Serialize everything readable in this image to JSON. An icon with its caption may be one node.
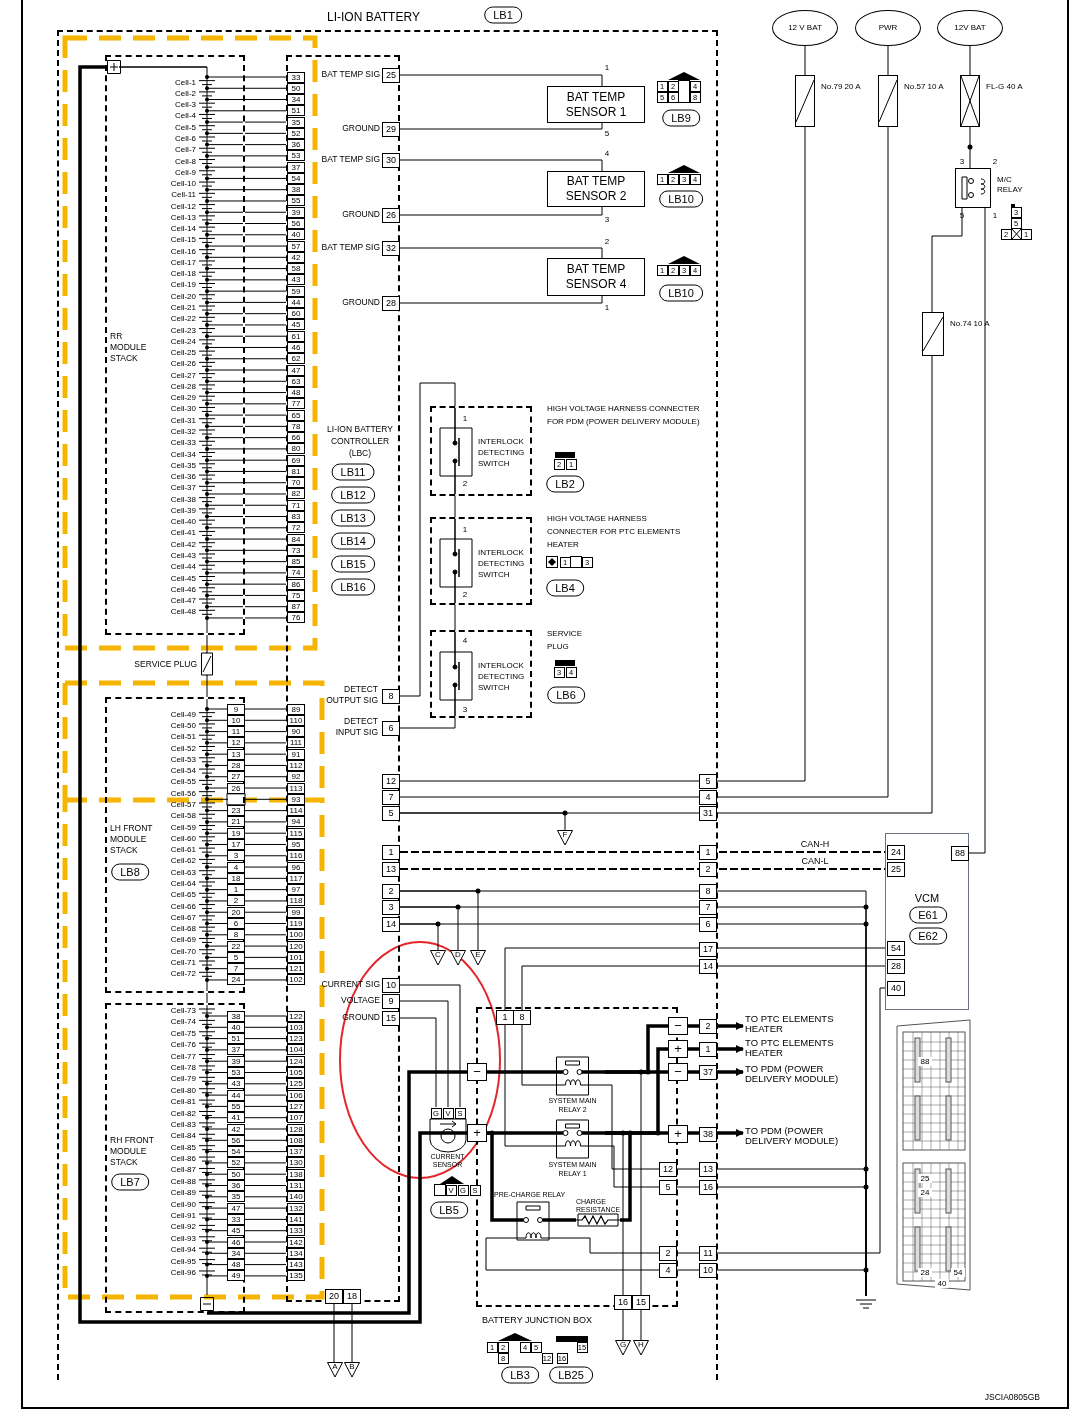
{
  "diagram": {
    "nodes": [
      {
        "text": [
          "LI-ION BATTERY"
        ]
      },
      {
        "text": [
          "RR MODULE STACK"
        ],
        "in": 0
      },
      {
        "text": [
          "SERVICE PLUG"
        ],
        "in": 0
      },
      {
        "text": [
          "LH FRONT MODULE STACK"
        ],
        "in": 0
      },
      {
        "text": [
          "RH FRONT MODULE STACK"
        ],
        "in": 0
      },
      {
        "text": [
          "LI-ION BATTERY CONTROLLER (LBC)"
        ],
        "in": 0
      },
      {
        "text": [
          "BAT TEMP SENSOR 1"
        ],
        "in": 0
      },
      {
        "text": [
          "BAT TEMP SENSOR 2"
        ],
        "in": 0
      },
      {
        "text": [
          "BAT TEMP SENSOR 4"
        ],
        "in": 0
      },
      {
        "text": [
          "INTERLOCK DETECTING SWITCH"
        ],
        "in": 0
      },
      {
        "text": [
          "INTERLOCK DETECTING SWITCH"
        ],
        "in": 0
      },
      {
        "text": [
          "INTERLOCK DETECTING SWITCH"
        ],
        "in": 0
      },
      {
        "text": [
          "CURRENT SENSOR"
        ],
        "in": 0
      },
      {
        "text": [
          "BATTERY JUNCTION BOX"
        ],
        "in": 0
      },
      {
        "text": [
          "SYSTEM MAIN RELAY 2"
        ],
        "in": 13
      },
      {
        "text": [
          "SYSTEM MAIN RELAY 1"
        ],
        "in": 13
      },
      {
        "text": [
          "PRE-CHARGE RELAY"
        ],
        "in": 13
      },
      {
        "text": [
          "CHARGE RESISTANCE"
        ],
        "in": 13
      },
      {
        "text": [
          "12 V BAT"
        ]
      },
      {
        "text": [
          "PWR"
        ]
      },
      {
        "text": [
          "12V BAT"
        ]
      },
      {
        "text": [],
        "shape": "fuse",
        "beside": [
          "No.79 20 A"
        ]
      },
      {
        "text": [],
        "shape": "fuse",
        "beside": [
          "No.57 10 A"
        ]
      },
      {
        "text": [],
        "shape": "fuse",
        "beside": [
          "FL-G 40 A"
        ]
      },
      {
        "text": [],
        "shape": "relay",
        "beside": [
          "M/C RELAY"
        ]
      },
      {
        "text": [],
        "shape": "fuse",
        "beside": [
          "No.74 10 A"
        ]
      },
      {
        "text": [
          "VCM"
        ]
      },
      {
        "text": [
          "TO PTC ELEMENTS HEATER"
        ]
      },
      {
        "text": [
          "TO PTC ELEMENTS HEATER"
        ]
      },
      {
        "text": [
          "TO PDM (POWER DELIVERY MODULE)"
        ]
      },
      {
        "text": [
          "TO PDM (POWER DELIVERY MODULE)"
        ]
      },
      {
        "text": [
          "A"
        ],
        "in": 0
      },
      {
        "text": [
          "B"
        ],
        "in": 0
      },
      {
        "text": [
          "C"
        ],
        "in": 0
      },
      {
        "text": [
          "D"
        ],
        "in": 0
      },
      {
        "text": [
          "E"
        ],
        "in": 0
      },
      {
        "text": [
          "F"
        ],
        "in": 0
      },
      {
        "text": [
          "G"
        ],
        "in": 0
      },
      {
        "text": [
          "H"
        ],
        "in": 0
      },
      {
        "text": [],
        "shape": "ground"
      }
    ],
    "edges": [
      {
        "from": 1,
        "to": 5,
        "arrow": "none"
      },
      {
        "from": 3,
        "to": 5,
        "arrow": "none"
      },
      {
        "from": 4,
        "to": 5,
        "arrow": "none"
      },
      {
        "from": 1,
        "to": 2,
        "arrow": "none"
      },
      {
        "from": 2,
        "to": 3,
        "arrow": "none"
      },
      {
        "from": 3,
        "to": 4,
        "arrow": "none"
      },
      {
        "from": 5,
        "to": 6,
        "arrow": "none"
      },
      {
        "from": 5,
        "to": 6,
        "arrow": "none"
      },
      {
        "from": 5,
        "to": 7,
        "arrow": "none"
      },
      {
        "from": 5,
        "to": 7,
        "arrow": "none"
      },
      {
        "from": 5,
        "to": 8,
        "arrow": "none"
      },
      {
        "from": 5,
        "to": 8,
        "arrow": "none"
      },
      {
        "from": 5,
        "to": 9,
        "arrow": "none"
      },
      {
        "from": 9,
        "to": 10,
        "arrow": "none"
      },
      {
        "from": 10,
        "to": 11,
        "arrow": "none"
      },
      {
        "from": 11,
        "to": 5,
        "arrow": "none"
      },
      {
        "from": 5,
        "to": 21,
        "arrow": "none"
      },
      {
        "from": 5,
        "to": 22,
        "arrow": "none"
      },
      {
        "from": 5,
        "to": 25,
        "arrow": "none"
      },
      {
        "from": 5,
        "to": 36,
        "arrow": "none"
      },
      {
        "from": 18,
        "to": 21,
        "arrow": "none"
      },
      {
        "from": 19,
        "to": 22,
        "arrow": "none"
      },
      {
        "from": 20,
        "to": 23,
        "arrow": "none"
      },
      {
        "from": 23,
        "to": 24,
        "arrow": "none"
      },
      {
        "from": 24,
        "to": 25,
        "arrow": "none"
      },
      {
        "from": 24,
        "to": 26,
        "arrow": "none"
      },
      {
        "from": 5,
        "to": 26,
        "arrow": "none",
        "label": "CAN-H",
        "style": "dashed"
      },
      {
        "from": 5,
        "to": 26,
        "arrow": "none",
        "label": "CAN-L",
        "style": "dashed"
      },
      {
        "from": 5,
        "to": 39,
        "arrow": "none"
      },
      {
        "from": 5,
        "to": 39,
        "arrow": "none"
      },
      {
        "from": 5,
        "to": 39,
        "arrow": "none"
      },
      {
        "from": 5,
        "to": 35,
        "arrow": "none"
      },
      {
        "from": 5,
        "to": 34,
        "arrow": "none"
      },
      {
        "from": 5,
        "to": 33,
        "arrow": "none"
      },
      {
        "from": 5,
        "to": 12,
        "arrow": "none"
      },
      {
        "from": 5,
        "to": 12,
        "arrow": "none"
      },
      {
        "from": 5,
        "to": 12,
        "arrow": "none"
      },
      {
        "from": 5,
        "to": 31,
        "arrow": "none"
      },
      {
        "from": 5,
        "to": 32,
        "arrow": "none"
      },
      {
        "from": 26,
        "to": 15,
        "arrow": "none"
      },
      {
        "from": 26,
        "to": 14,
        "arrow": "none"
      },
      {
        "from": 1,
        "to": 12,
        "arrow": "none",
        "style": "thick"
      },
      {
        "from": 4,
        "to": 14,
        "arrow": "none",
        "style": "thick"
      },
      {
        "from": 12,
        "to": 15,
        "arrow": "none",
        "style": "thick"
      },
      {
        "from": 12,
        "to": 16,
        "arrow": "none",
        "style": "thick"
      },
      {
        "from": 16,
        "to": 17,
        "arrow": "none",
        "style": "thick"
      },
      {
        "from": 17,
        "to": 15,
        "arrow": "none",
        "style": "thick"
      },
      {
        "from": 15,
        "to": 30,
        "arrow": "to",
        "style": "thick"
      },
      {
        "from": 15,
        "to": 28,
        "arrow": "to",
        "style": "thick"
      },
      {
        "from": 14,
        "to": 29,
        "arrow": "to",
        "style": "thick"
      },
      {
        "from": 14,
        "to": 27,
        "arrow": "to",
        "style": "thick"
      },
      {
        "from": 15,
        "to": 37,
        "arrow": "none"
      },
      {
        "from": 14,
        "to": 38,
        "arrow": "none"
      },
      {
        "from": 14,
        "to": 39,
        "arrow": "none"
      },
      {
        "from": 15,
        "to": 39,
        "arrow": "none"
      },
      {
        "from": 16,
        "to": 26,
        "arrow": "none"
      },
      {
        "from": 16,
        "to": 39,
        "arrow": "none"
      }
    ],
    "labels": [
      "Cell-1",
      "Cell-2",
      "Cell-3",
      "Cell-4",
      "Cell-5",
      "Cell-6",
      "Cell-7",
      "Cell-8",
      "Cell-9",
      "Cell-10",
      "Cell-11",
      "Cell-12",
      "Cell-13",
      "Cell-14",
      "Cell-15",
      "Cell-16",
      "Cell-17",
      "Cell-18",
      "Cell-19",
      "Cell-20",
      "Cell-21",
      "Cell-22",
      "Cell-23",
      "Cell-24",
      "Cell-25",
      "Cell-26",
      "Cell-27",
      "Cell-28",
      "Cell-29",
      "Cell-30",
      "Cell-31",
      "Cell-32",
      "Cell-33",
      "Cell-34",
      "Cell-35",
      "Cell-36",
      "Cell-37",
      "Cell-38",
      "Cell-39",
      "Cell-40",
      "Cell-41",
      "Cell-42",
      "Cell-43",
      "Cell-44",
      "Cell-45",
      "Cell-46",
      "Cell-47",
      "Cell-48",
      "Cell-49",
      "Cell-50",
      "Cell-51",
      "Cell-52",
      "Cell-53",
      "Cell-54",
      "Cell-55",
      "Cell-56",
      "Cell-57",
      "Cell-58",
      "Cell-59",
      "Cell-60",
      "Cell-61",
      "Cell-62",
      "Cell-63",
      "Cell-64",
      "Cell-65",
      "Cell-66",
      "Cell-67",
      "Cell-68",
      "Cell-69",
      "Cell-70",
      "Cell-71",
      "Cell-72",
      "Cell-73",
      "Cell-74",
      "Cell-75",
      "Cell-76",
      "Cell-77",
      "Cell-78",
      "Cell-79",
      "Cell-80",
      "Cell-81",
      "Cell-82",
      "Cell-83",
      "Cell-84",
      "Cell-85",
      "Cell-86",
      "Cell-87",
      "Cell-88",
      "Cell-89",
      "Cell-90",
      "Cell-91",
      "Cell-92",
      "Cell-93",
      "Cell-94",
      "Cell-95",
      "Cell-96",
      "33",
      "50",
      "34",
      "51",
      "35",
      "52",
      "36",
      "53",
      "37",
      "54",
      "38",
      "55",
      "39",
      "56",
      "40",
      "57",
      "42",
      "58",
      "43",
      "59",
      "44",
      "60",
      "45",
      "61",
      "46",
      "62",
      "47",
      "63",
      "48",
      "77",
      "65",
      "78",
      "66",
      "80",
      "69",
      "81",
      "70",
      "82",
      "71",
      "83",
      "72",
      "84",
      "73",
      "85",
      "74",
      "86",
      "75",
      "87",
      "76",
      "9",
      "10",
      "11",
      "12",
      "13",
      "28",
      "27",
      "26",
      "23",
      "21",
      "19",
      "17",
      "3",
      "4",
      "18",
      "1",
      "2",
      "20",
      "6",
      "8",
      "22",
      "5",
      "7",
      "24",
      "89",
      "110",
      "90",
      "111",
      "91",
      "112",
      "92",
      "113",
      "93",
      "114",
      "94",
      "115",
      "95",
      "116",
      "96",
      "117",
      "97",
      "118",
      "99",
      "119",
      "100",
      "120",
      "101",
      "121",
      "102",
      "38",
      "40",
      "51",
      "37",
      "39",
      "53",
      "43",
      "44",
      "55",
      "41",
      "42",
      "56",
      "54",
      "52",
      "50",
      "36",
      "35",
      "47",
      "33",
      "45",
      "46",
      "34",
      "48",
      "49",
      "122",
      "103",
      "123",
      "104",
      "124",
      "105",
      "125",
      "106",
      "127",
      "107",
      "128",
      "108",
      "137",
      "130",
      "138",
      "131",
      "140",
      "132",
      "141",
      "133",
      "142",
      "134",
      "143",
      "135",
      "LB1",
      "BAT TEMP SIG",
      "25",
      "1",
      "GROUND",
      "29",
      "5",
      "BAT TEMP SIG",
      "30",
      "4",
      "GROUND",
      "26",
      "3",
      "BAT TEMP SIG",
      "32",
      "2",
      "GROUND",
      "28",
      "1",
      "1",
      "2",
      "4",
      "5",
      "6",
      "8",
      "LB9",
      "1",
      "2",
      "3",
      "4",
      "LB10",
      "1",
      "2",
      "3",
      "4",
      "LB10",
      "LB11",
      "LB12",
      "LB13",
      "LB14",
      "LB15",
      "LB16",
      "1",
      "2",
      "HIGH VOLTAGE HARNESS CONNECTER FOR PDM (POWER DELIVERY MODULE)",
      "2",
      "1",
      "LB2",
      "1",
      "2",
      "HIGH VOLTAGE HARNESS CONNECTER FOR PTC ELEMENTS HEATER",
      "1",
      "3",
      "LB4",
      "4",
      "3",
      "SERVICE PLUG",
      "3",
      "4",
      "LB6",
      "DETECT OUTPUT SIG",
      "8",
      "DETECT INPUT SIG",
      "6",
      "12",
      "7",
      "5",
      "5",
      "4",
      "31",
      "1",
      "13",
      "1",
      "2",
      "2",
      "3",
      "14",
      "8",
      "7",
      "6",
      "17",
      "14",
      "CURRENT SIG",
      "10",
      "VOLTAGE",
      "9",
      "GROUND",
      "15",
      "20",
      "18",
      "LB8",
      "LB7",
      "G",
      "V",
      "S",
      "V",
      "G",
      "S",
      "LB5",
      "1",
      "8",
      "−",
      "+",
      "−",
      "+",
      "−",
      "+",
      "2",
      "1",
      "37",
      "38",
      "12",
      "5",
      "13",
      "16",
      "2",
      "4",
      "11",
      "10",
      "16",
      "15",
      "1",
      "2",
      "4",
      "5",
      "8",
      "12",
      "LB3",
      "15",
      "16",
      "LB25",
      "3",
      "2",
      "5",
      "1",
      "3",
      "5",
      "2",
      "1",
      "24",
      "25",
      "88",
      "54",
      "28",
      "40",
      "E61",
      "E62",
      "88",
      "25",
      "24",
      "28",
      "54",
      "40",
      "JSCIA0805GB"
    ]
  }
}
